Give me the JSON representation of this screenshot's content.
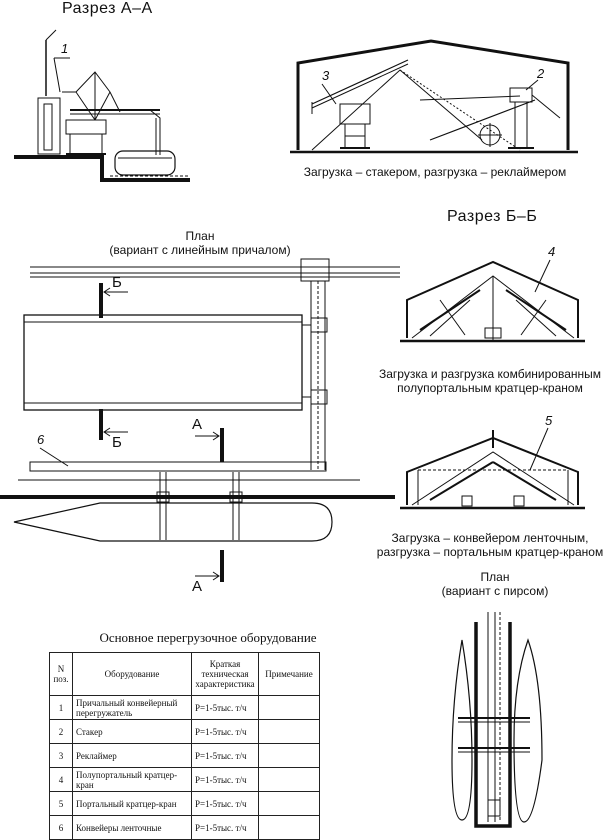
{
  "section_aa": {
    "title": "Разрез  А–А",
    "caption": "Загрузка – стакером, разгрузка – реклаймером",
    "n1": "1",
    "n2": "2",
    "n3": "3"
  },
  "plan_line": {
    "title_line1": "План",
    "title_line2": "(вариант с линейным причалом)",
    "mark_b": "Б",
    "mark_a": "А",
    "n6": "6"
  },
  "section_bb": {
    "title": "Разрез  Б–Б",
    "n4": "4",
    "n5": "5",
    "caption1_line1": "Загрузка и разгрузка комбинированным",
    "caption1_line2": "полупортальным кратцер-краном",
    "caption2_line1": "Загрузка – конвейером ленточным,",
    "caption2_line2": "разгрузка – портальным кратцер-краном"
  },
  "plan_pier": {
    "title_line1": "План",
    "title_line2": "(вариант с пирсом)"
  },
  "equipment_table": {
    "title": "Основное перегрузочное оборудование",
    "headers": [
      "N поз.",
      "Оборудование",
      "Краткая техническая характеристика",
      "Примечание"
    ],
    "rows": [
      {
        "n": "1",
        "equipment": "Причальный конвейерный перегружатель",
        "spec": "Р=1-5тыс. т/ч",
        "note": ""
      },
      {
        "n": "2",
        "equipment": "Стакер",
        "spec": "Р=1-5тыс. т/ч",
        "note": ""
      },
      {
        "n": "3",
        "equipment": "Реклаймер",
        "spec": "Р=1-5тыс. т/ч",
        "note": ""
      },
      {
        "n": "4",
        "equipment": "Полупортальный кратцер-кран",
        "spec": "Р=1-5тыс. т/ч",
        "note": ""
      },
      {
        "n": "5",
        "equipment": "Портальный кратцер-кран",
        "spec": "Р=1-5тыс. т/ч",
        "note": ""
      },
      {
        "n": "6",
        "equipment": "Конвейеры ленточные",
        "spec": "Р=1-5тыс. т/ч",
        "note": ""
      }
    ]
  }
}
